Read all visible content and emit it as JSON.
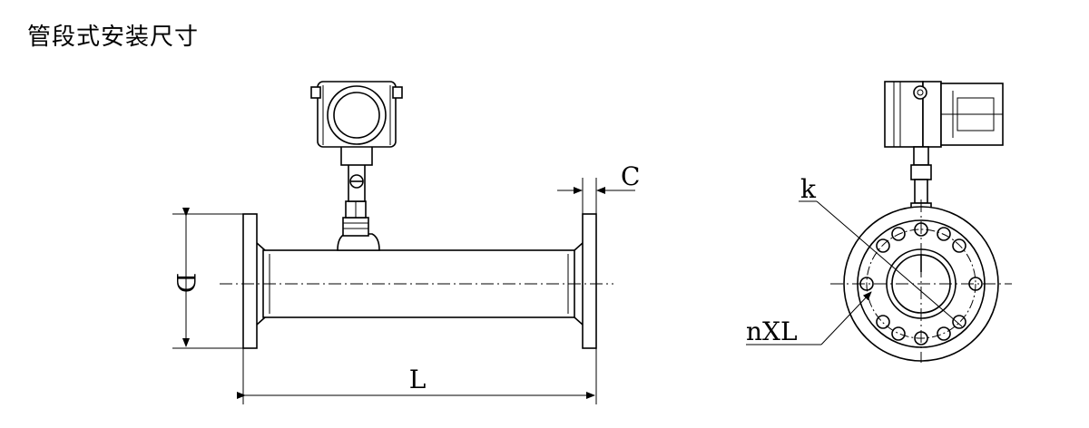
{
  "title": "管段式安装尺寸",
  "labels": {
    "flange_thickness": "C",
    "flange_diameter": "D",
    "overall_length": "L",
    "bolt_circle": "k",
    "bolt_holes": "nXL"
  }
}
